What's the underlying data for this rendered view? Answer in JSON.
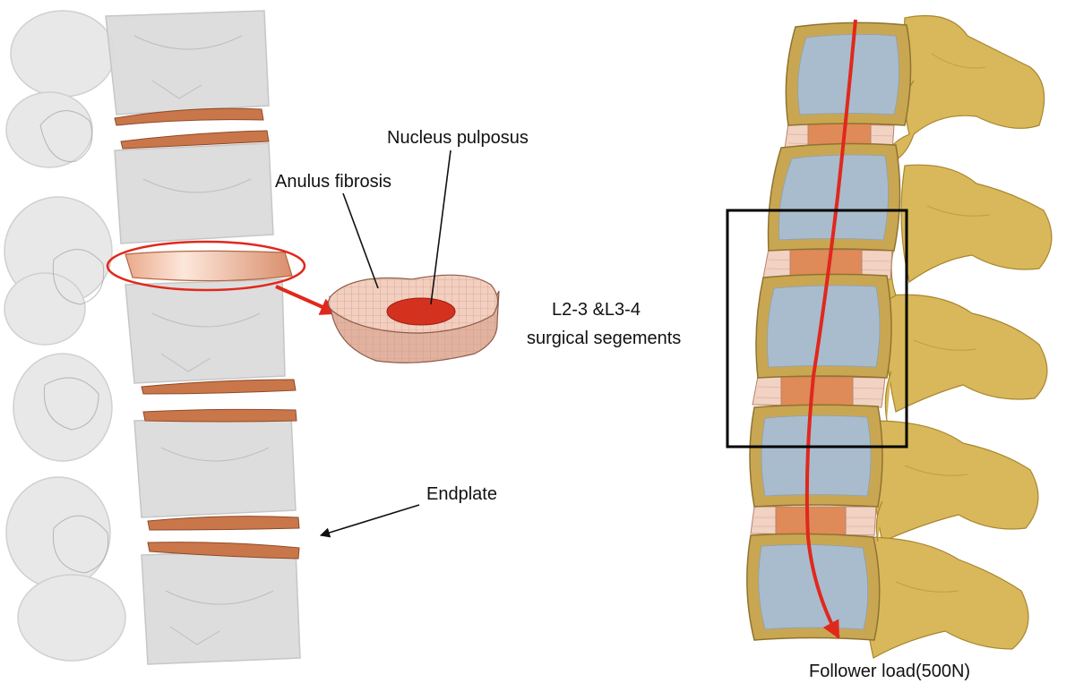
{
  "labels": {
    "nucleus": "Nucleus pulposus",
    "anulus": "Anulus fibrosis",
    "endplate": "Endplate",
    "segments_line1": "L2-3 &L3-4",
    "segments_line2": "surgical segements",
    "load": "Follower load(500N)"
  },
  "colors": {
    "bone_grey": "#dcdcdc",
    "endplate_copper": "#c9774a",
    "disc_pink": "#efc7b4",
    "nucleus_red": "#d8301f",
    "vertebra_blue": "#a9bccd",
    "cortex_gold": "#c9a752",
    "process_gold": "#d8b85a",
    "annotation_red": "#e0281d",
    "box_black": "#000000"
  },
  "icons": {
    "pointer_arrow": "black-arrow-icon",
    "callout_arrow": "red-arrow-icon"
  }
}
